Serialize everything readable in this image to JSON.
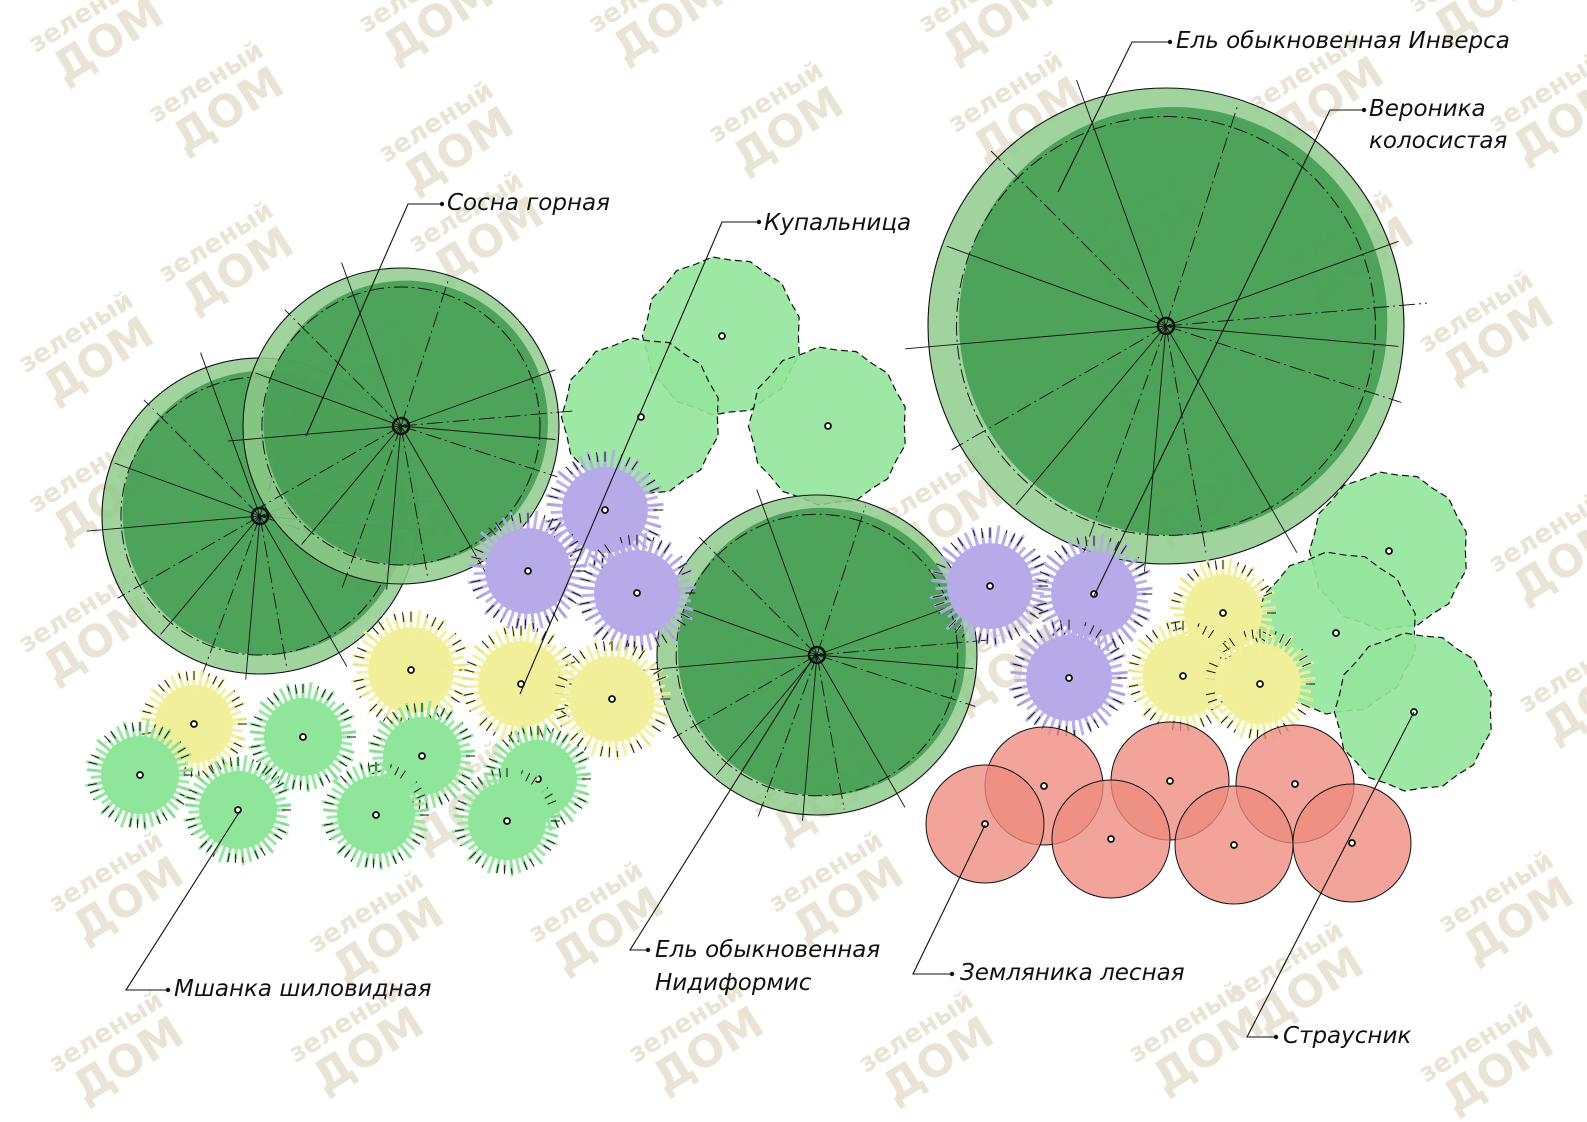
{
  "watermark": {
    "line1": "зеленый",
    "line2": "ДОМ"
  },
  "colors": {
    "conifer_fill": "#3f9a4f",
    "conifer_light": "#8fcb8c",
    "fern": "#93e59b",
    "veronica": "#b6abe8",
    "trollius": "#f2ef9a",
    "bryum": "#8fe69a",
    "strawberry": "#ee8b7e",
    "ink": "#111111"
  },
  "labels": {
    "sosna": "Сосна горная",
    "kupalnitsa": "Купальница",
    "el_inversa": "Ель обыкновенная Инверса",
    "veronika_1": "Вероника",
    "veronika_2": "колосистая",
    "mshanka": "Мшанка шиловидная",
    "el_nidi_1": "Ель обыкновенная",
    "el_nidi_2": "Нидиформис",
    "zemlyanika": "Земляника лесная",
    "strausnik": "Страусник"
  }
}
